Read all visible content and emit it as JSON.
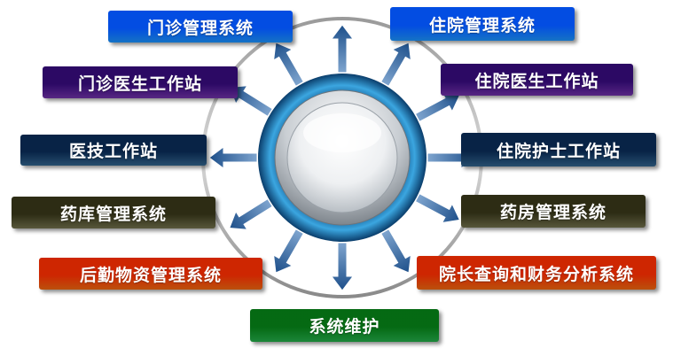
{
  "center": {
    "label": ""
  },
  "nodes": [
    {
      "id": "n-mzgl",
      "name": "node-outpatient-management",
      "label": "门诊管理系统",
      "color": "#1a8cf0"
    },
    {
      "id": "n-zygl",
      "name": "node-inpatient-management",
      "label": "住院管理系统",
      "color": "#1a8cf0"
    },
    {
      "id": "n-mzys",
      "name": "node-outpatient-doctor-station",
      "label": "门诊医生工作站",
      "color": "#6a2fa0"
    },
    {
      "id": "n-zyys",
      "name": "node-inpatient-doctor-station",
      "label": "住院医生工作站",
      "color": "#6a2fa0"
    },
    {
      "id": "n-yj",
      "name": "node-medical-tech-station",
      "label": "医技工作站",
      "color": "#2e5f86"
    },
    {
      "id": "n-zyhs",
      "name": "node-inpatient-nurse-station",
      "label": "住院护士工作站",
      "color": "#2e5f86"
    },
    {
      "id": "n-ykgl",
      "name": "node-pharmacy-warehouse-management",
      "label": "药库管理系统",
      "color": "#6b6a48"
    },
    {
      "id": "n-yfgl",
      "name": "node-pharmacy-management",
      "label": "药房管理系统",
      "color": "#6b6a48"
    },
    {
      "id": "n-hq",
      "name": "node-logistics-materials-management",
      "label": "后勤物资管理系统",
      "color": "#e5620f"
    },
    {
      "id": "n-yz",
      "name": "node-director-finance-analysis",
      "label": "院长查询和财务分析系统",
      "color": "#e5620f"
    },
    {
      "id": "n-xt",
      "name": "node-system-maintenance",
      "label": "系统维护",
      "color": "#22a446"
    }
  ]
}
